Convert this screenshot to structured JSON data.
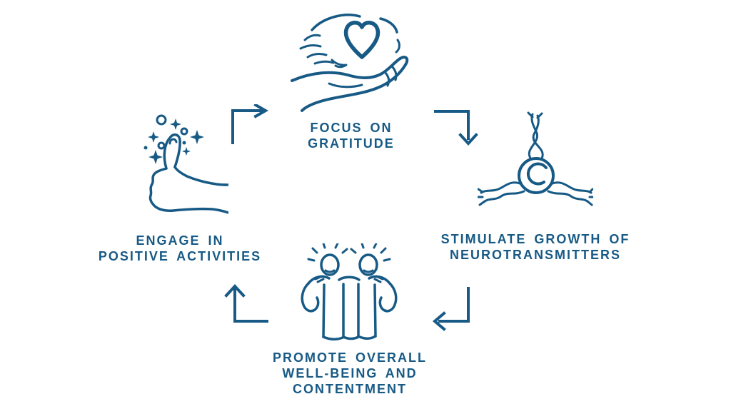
{
  "colors": {
    "accent": "#175a85",
    "background": "#ffffff"
  },
  "diagram": {
    "type": "cycle",
    "direction": "clockwise",
    "nodes": [
      {
        "id": "focus-on-gratitude",
        "position": "top",
        "icon": "hand-holding-heart-icon",
        "label_lines": [
          "FOCUS ON",
          "GRATITUDE"
        ]
      },
      {
        "id": "stimulate-growth-of-neurotransmitters",
        "position": "right",
        "icon": "neuron-icon",
        "label_lines": [
          "STIMULATE GROWTH OF",
          "NEUROTRANSMITTERS"
        ]
      },
      {
        "id": "promote-overall-well-being-and-contentment",
        "position": "bottom",
        "icon": "people-arm-in-arm-icon",
        "label_lines": [
          "PROMOTE OVERALL",
          "WELL-BEING AND",
          "CONTENTMENT"
        ]
      },
      {
        "id": "engage-in-positive-activities",
        "position": "left",
        "icon": "thumbs-up-sparkles-icon",
        "label_lines": [
          "ENGAGE IN",
          "POSITIVE ACTIVITIES"
        ]
      }
    ],
    "arrows": [
      {
        "from": "engage-in-positive-activities",
        "to": "focus-on-gratitude",
        "shape": "up-then-right"
      },
      {
        "from": "focus-on-gratitude",
        "to": "stimulate-growth-of-neurotransmitters",
        "shape": "right-then-down"
      },
      {
        "from": "stimulate-growth-of-neurotransmitters",
        "to": "promote-overall-well-being-and-contentment",
        "shape": "down-then-left"
      },
      {
        "from": "promote-overall-well-being-and-contentment",
        "to": "engage-in-positive-activities",
        "shape": "left-then-up"
      }
    ]
  }
}
